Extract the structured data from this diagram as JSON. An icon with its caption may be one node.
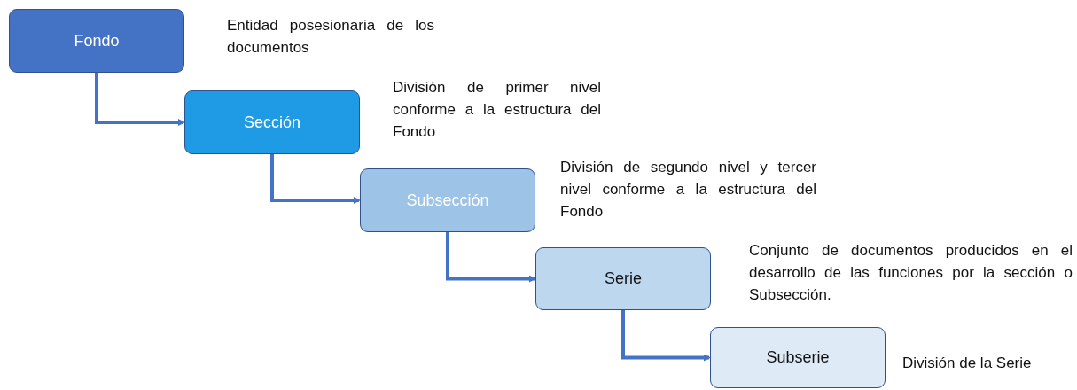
{
  "diagram": {
    "nodes": [
      {
        "text": [
          "Fondo"
        ],
        "beside": [
          "Entidad posesionaria de los documentos"
        ]
      },
      {
        "text": [
          "Sección"
        ],
        "beside": [
          "División de primer nivel conforme a la estructura del Fondo"
        ]
      },
      {
        "text": [
          "Subsección"
        ],
        "beside": [
          "División de segundo nivel y tercer nivel conforme a la estructura del Fondo"
        ]
      },
      {
        "text": [
          "Serie"
        ],
        "beside": [
          "Conjunto de documentos producidos en el desarrollo de las funciones por la sección o Subsección."
        ]
      },
      {
        "text": [
          "Subserie"
        ],
        "beside": [
          "División de la Serie"
        ]
      }
    ],
    "edges": [
      {
        "from": 0,
        "to": 1,
        "arrow": "to"
      },
      {
        "from": 1,
        "to": 2,
        "arrow": "to"
      },
      {
        "from": 2,
        "to": 3,
        "arrow": "to"
      },
      {
        "from": 3,
        "to": 4,
        "arrow": "to"
      }
    ]
  }
}
